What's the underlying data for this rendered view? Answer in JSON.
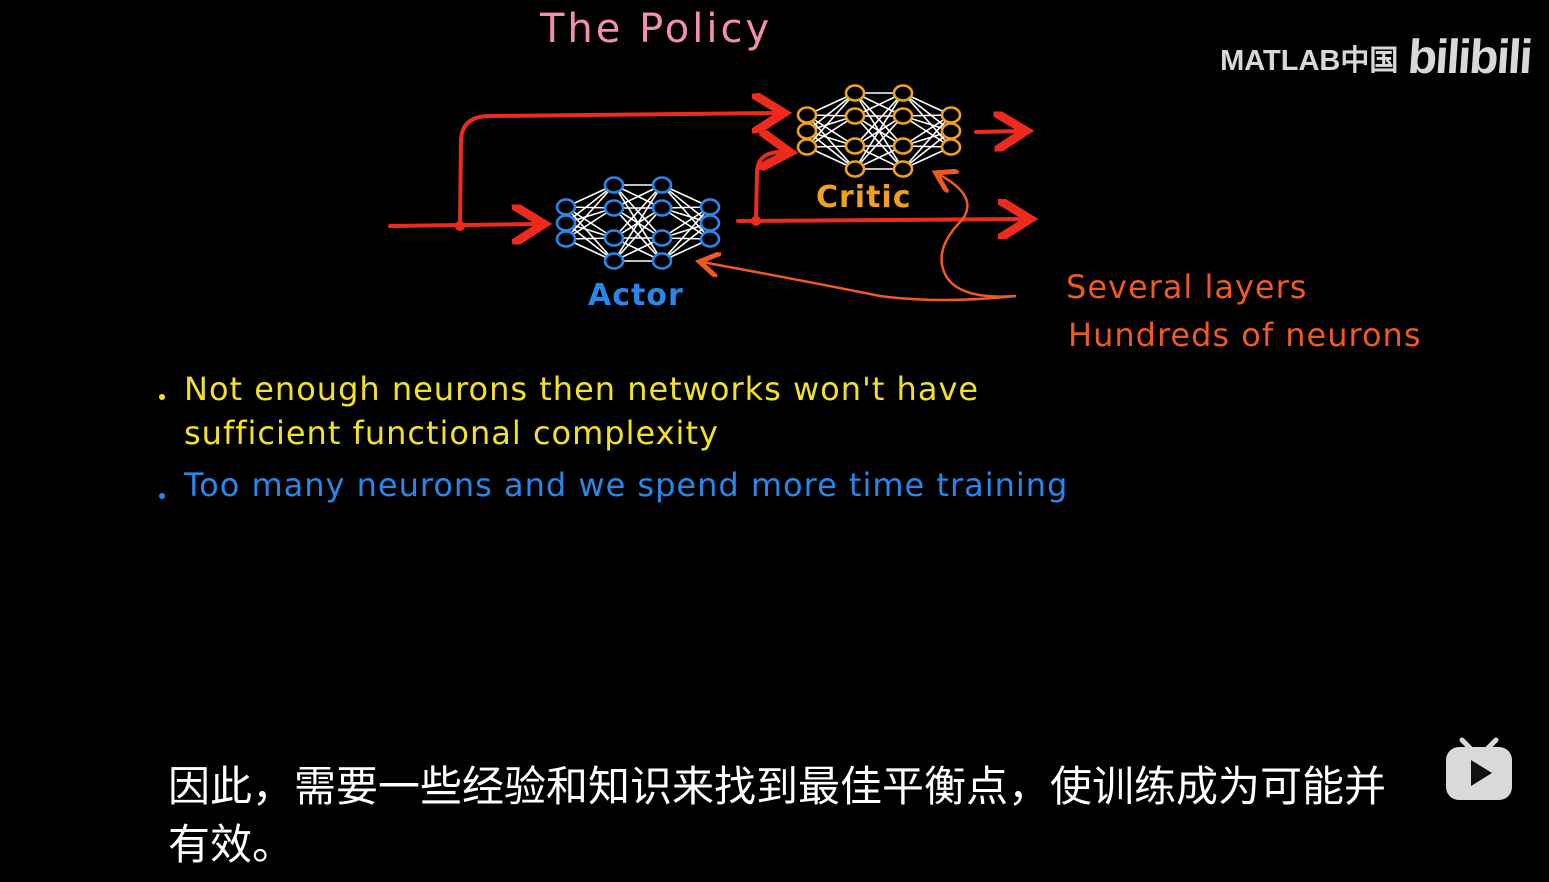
{
  "slide": {
    "title": "The Policy",
    "critic_label": "Critic",
    "actor_label": "Actor",
    "annotation": {
      "line1": "Several layers",
      "line2": "Hundreds of neurons"
    },
    "bullets": [
      {
        "lines": [
          "Not enough neurons then networks won't have",
          "sufficient functional complexity"
        ],
        "color": "#f3e128"
      },
      {
        "lines": [
          "Too many neurons and we spend more time training"
        ],
        "color": "#2a86e8"
      }
    ]
  },
  "colors": {
    "title": "#f28fb0",
    "arrows": "#ee2a1f",
    "annotation": "#ef5a23",
    "actor": "#2a86e8",
    "critic": "#f0a020",
    "edges": "#ffffff"
  },
  "watermark": {
    "text": "MATLAB中国",
    "logo": "bilibili"
  },
  "subtitle": {
    "text": "因此，需要一些经验和知识来找到最佳平衡点，使训练成为可能并有效。"
  },
  "controls": {
    "play_icon": "play-icon"
  }
}
